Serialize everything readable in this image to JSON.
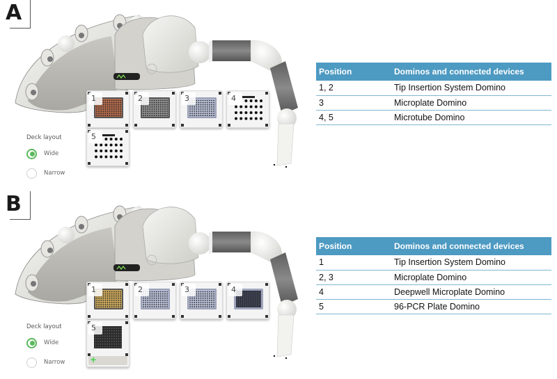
{
  "panels": [
    {
      "letter": "A",
      "deck_layout": {
        "title": "Deck layout",
        "options": [
          {
            "label": "Wide",
            "selected": true
          },
          {
            "label": "Narrow",
            "selected": false
          }
        ]
      },
      "slots": [
        {
          "number": "1",
          "plate": "tip-insertion",
          "color": "#b0694a"
        },
        {
          "number": "2",
          "plate": "tip-insertion",
          "color": "#8e8e8e"
        },
        {
          "number": "3",
          "plate": "microplate",
          "color": "#b9bfd6"
        },
        {
          "number": "4",
          "plate": "microtube",
          "color": "#ffffff"
        },
        {
          "number": "5",
          "plate": "microtube",
          "color": "#ffffff"
        }
      ],
      "table": {
        "headers": [
          "Position",
          "Dominos and connected devices"
        ],
        "rows": [
          [
            "1, 2",
            "Tip Insertion System Domino"
          ],
          [
            "3",
            "Microplate Domino"
          ],
          [
            "4, 5",
            "Microtube Domino"
          ]
        ]
      }
    },
    {
      "letter": "B",
      "deck_layout": {
        "title": "Deck layout",
        "options": [
          {
            "label": "Wide",
            "selected": true
          },
          {
            "label": "Narrow",
            "selected": false
          }
        ]
      },
      "slots": [
        {
          "number": "1",
          "plate": "tip-insertion",
          "color": "#c9a65a"
        },
        {
          "number": "2",
          "plate": "microplate",
          "color": "#b9bfd6"
        },
        {
          "number": "3",
          "plate": "microplate",
          "color": "#b9bfd6"
        },
        {
          "number": "4",
          "plate": "deepwell",
          "color": "#2c2f3a"
        },
        {
          "number": "5",
          "plate": "pcr",
          "color": "#2a2a2a"
        }
      ],
      "table": {
        "headers": [
          "Position",
          "Dominos and connected devices"
        ],
        "rows": [
          [
            "1",
            "Tip Insertion System Domino"
          ],
          [
            "2, 3",
            "Microplate Domino"
          ],
          [
            "4",
            "Deepwell Microplate Domino"
          ],
          [
            "5",
            "96-PCR Plate Domino"
          ]
        ]
      }
    }
  ],
  "colors": {
    "table_header": "#4d9ac2",
    "row_divider": "#7fb6d3",
    "radio_selected": "#5cb85c",
    "brand_logo": "#7ed957"
  }
}
